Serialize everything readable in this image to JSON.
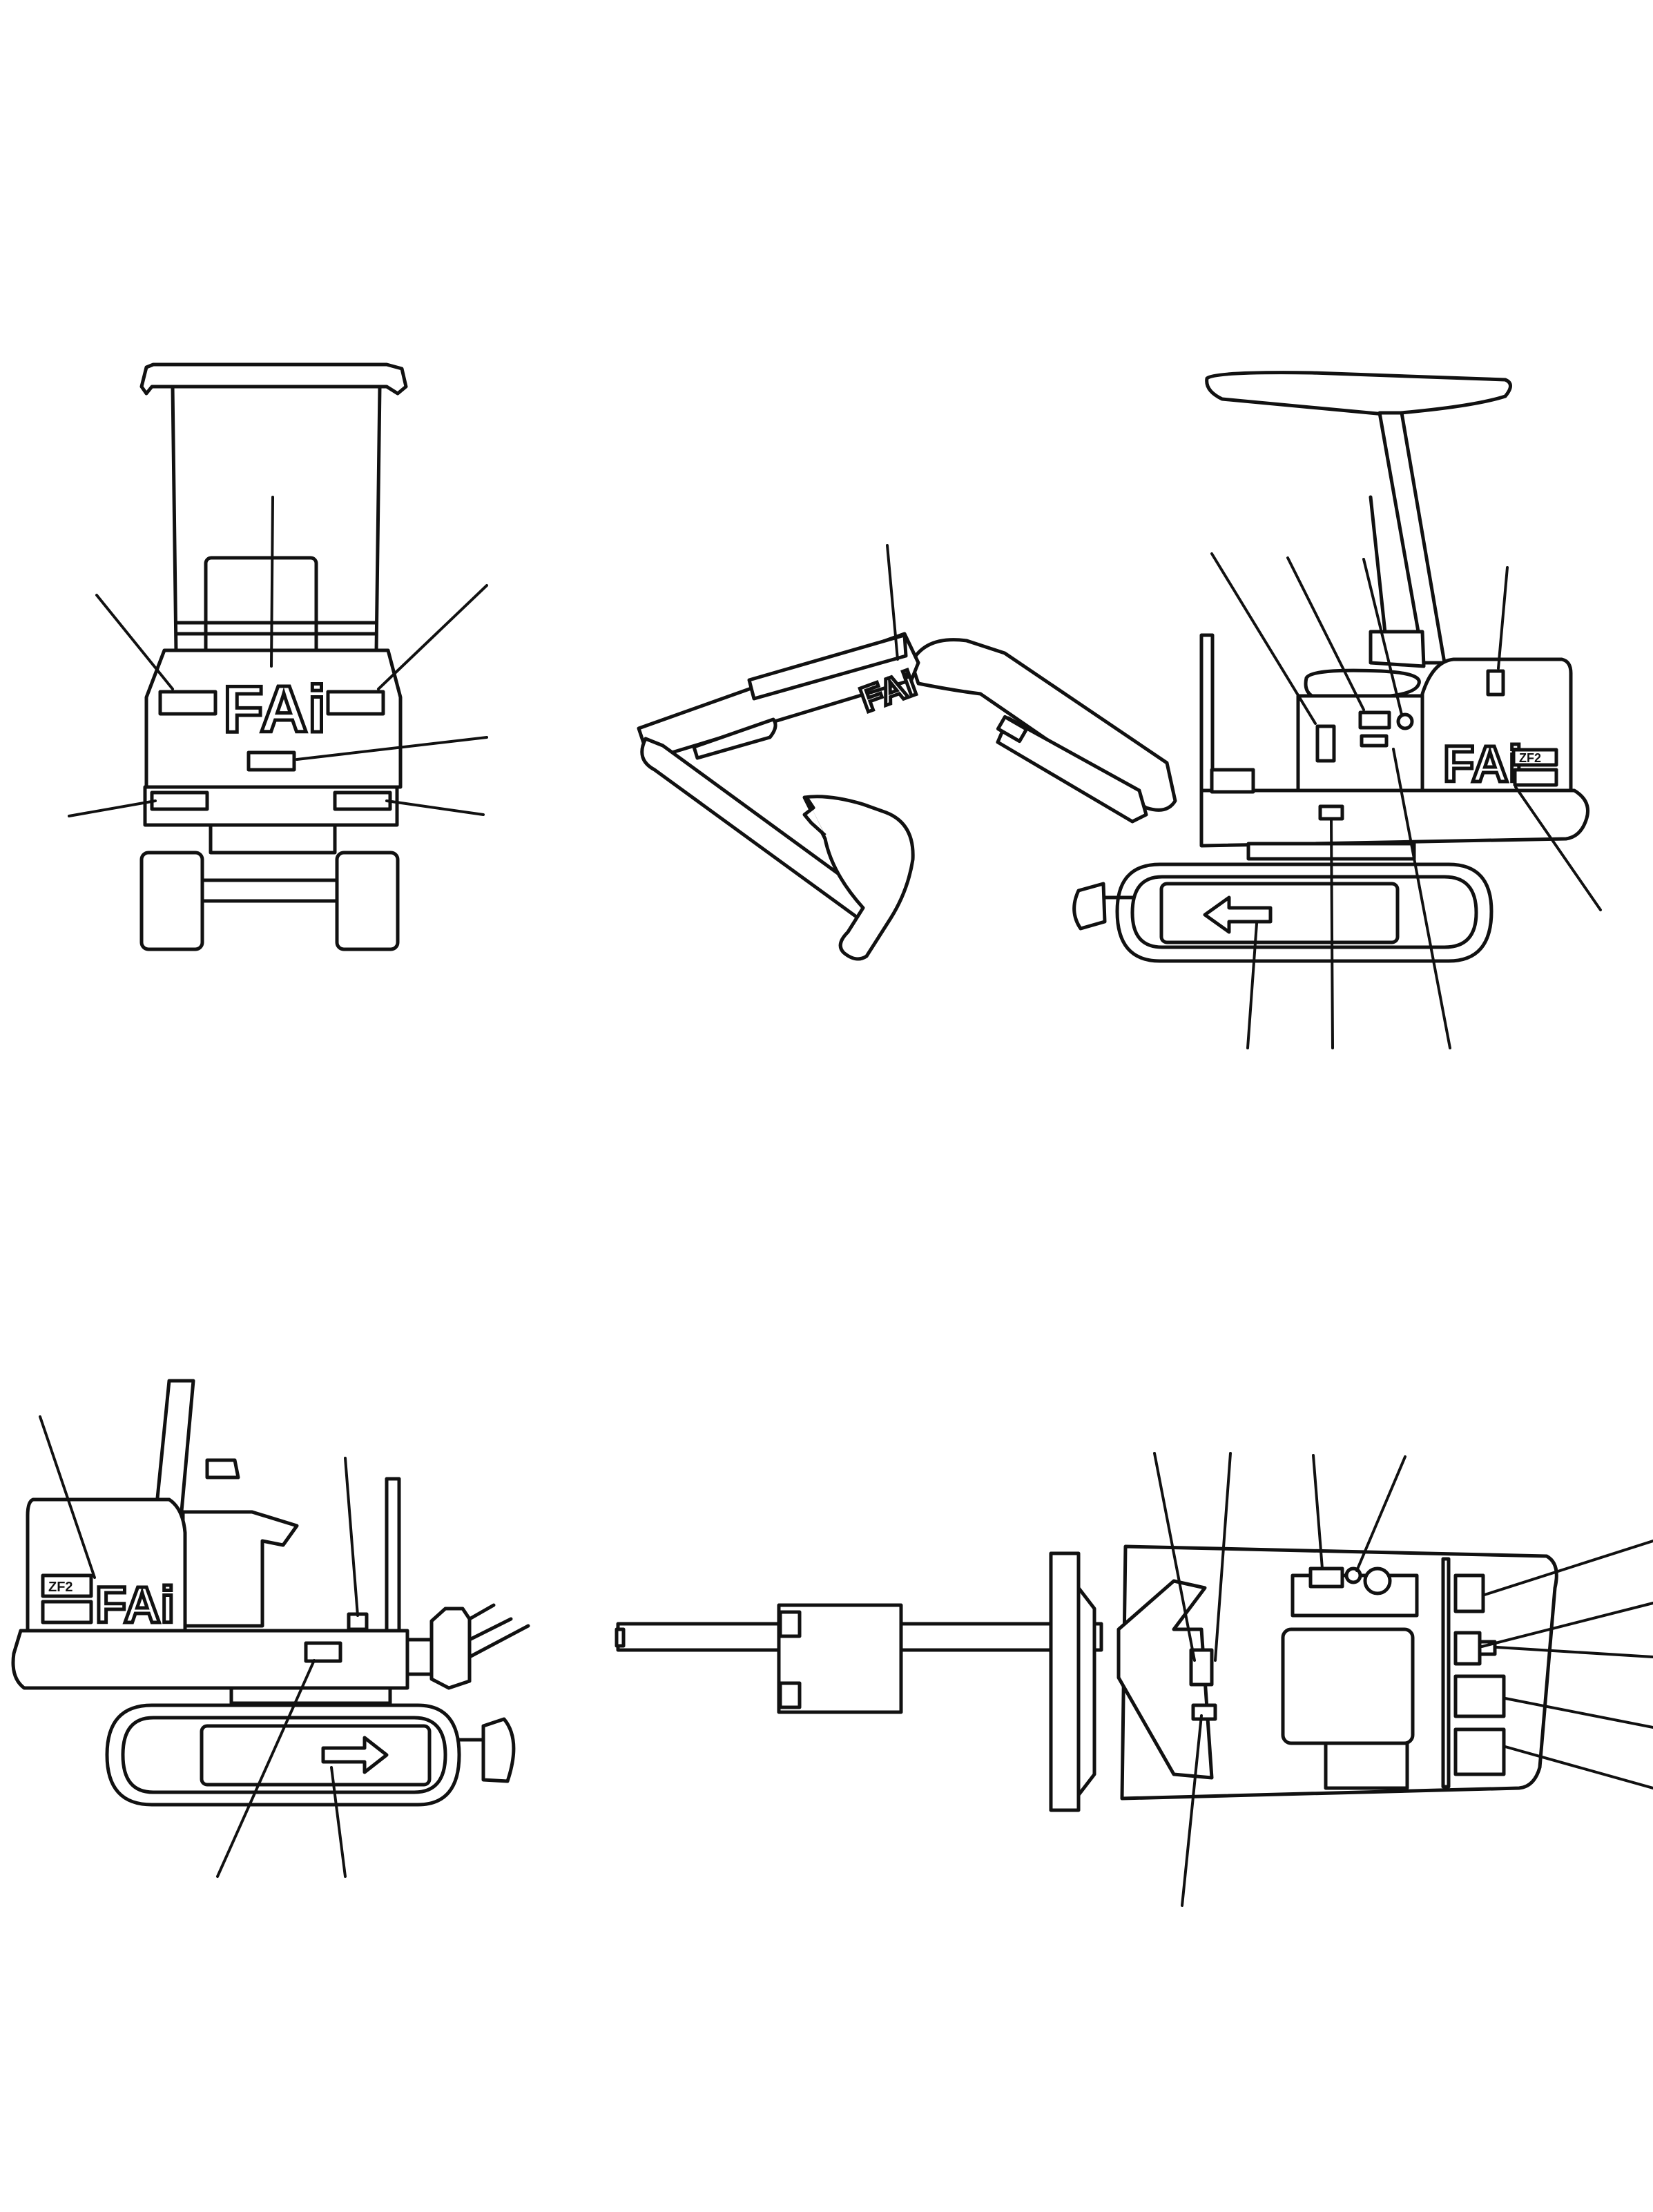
{
  "brand": {
    "logo_text": "FAi",
    "model_badge": "ZF2"
  },
  "views": [
    {
      "id": "front",
      "name": "front-view"
    },
    {
      "id": "right-side",
      "name": "right-side-view"
    },
    {
      "id": "left-side",
      "name": "left-side-view"
    },
    {
      "id": "top",
      "name": "top-view"
    }
  ]
}
